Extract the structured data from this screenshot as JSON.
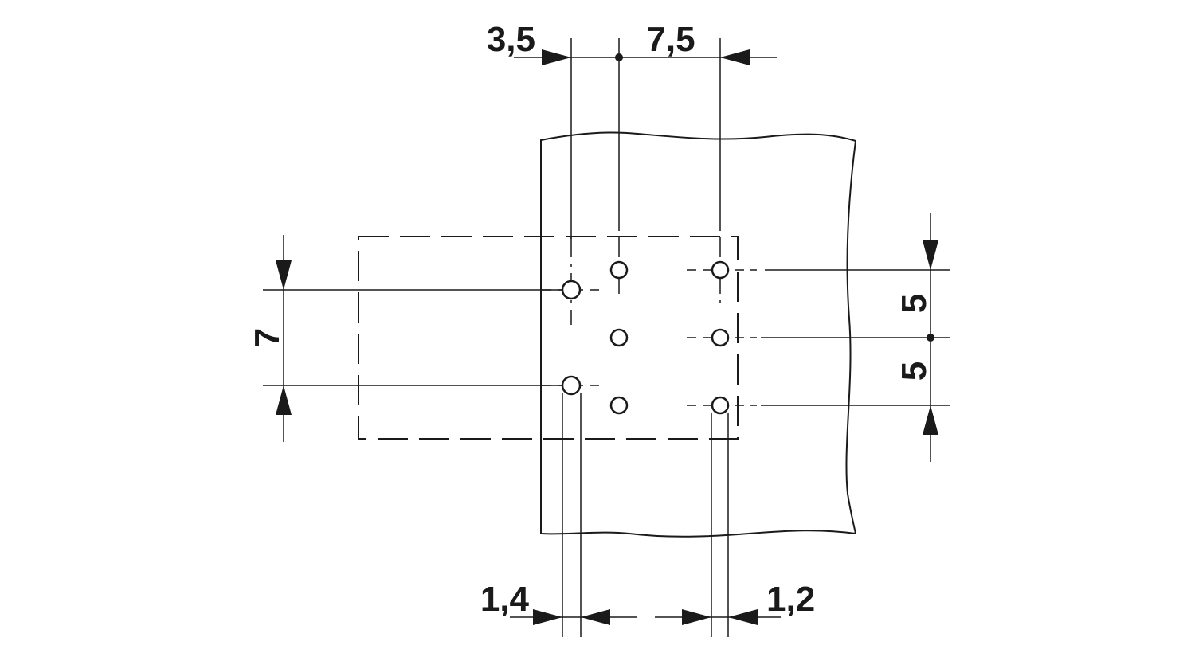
{
  "dimensions": {
    "top_left": "3,5",
    "top_right": "7,5",
    "left_vertical": "7",
    "right_upper": "5",
    "right_lower": "5",
    "bottom_left": "1,4",
    "bottom_right": "1,2"
  }
}
